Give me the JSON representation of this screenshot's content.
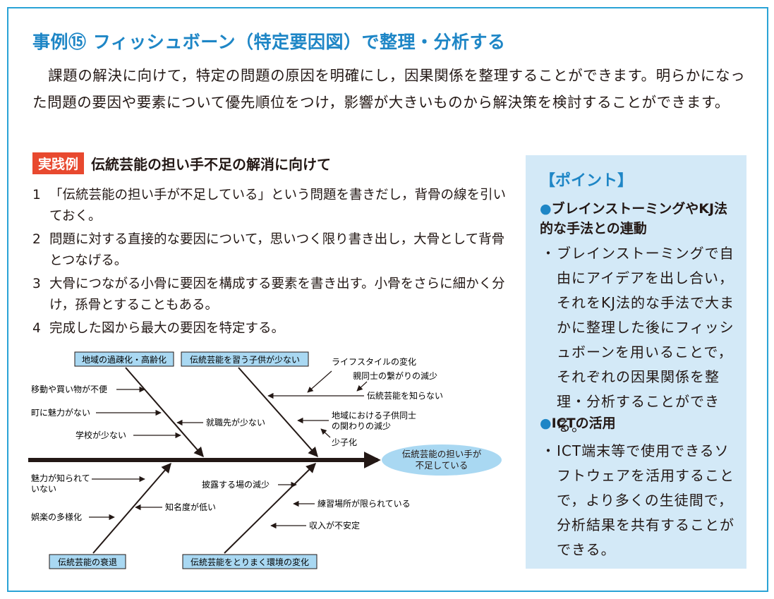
{
  "title": "事例⑮ フィッシュボーン（特定要因図）で整理・分析する",
  "intro": "課題の解決に向けて，特定の問題の原因を明確にし，因果関係を整理することができます。明らかになった問題の要因や要素について優先順位をつけ，影響が大きいものから解決策を検討することができます。",
  "example": {
    "tag": "実践例",
    "title": "伝統芸能の担い手不足の解消に向けて",
    "steps": [
      {
        "num": "1",
        "text": "「伝統芸能の担い手が不足している」という問題を書きだし，背骨の線を引いておく。"
      },
      {
        "num": "2",
        "text": "問題に対する直接的な要因について，思いつく限り書き出し，大骨として背骨とつなげる。"
      },
      {
        "num": "3",
        "text": "大骨につながる小骨に要因を構成する要素を書き出す。小骨をさらに細かく分け，孫骨とすることもある。"
      },
      {
        "num": "4",
        "text": "完成した図から最大の要因を特定する。"
      }
    ]
  },
  "point": {
    "title": "【ポイント】",
    "sections": [
      {
        "bullet": "●",
        "heading": "ブレインストーミングやKJ法的な手法との連動",
        "mark": "・",
        "body": "ブレインストーミングで自由にアイデアを出し合い，それをKJ法的な手法で大まかに整理した後にフィッシュボーンを用いることで，それぞれの因果関係を整理・分析することができる。"
      },
      {
        "bullet": "●",
        "heading": "ICTの活用",
        "mark": "・",
        "body": "ICT端末等で使用できるソフトウェアを活用することで，より多くの生徒間で，分析結果を共有することができる。"
      }
    ]
  },
  "diagram": {
    "head_line1": "伝統芸能の担い手が",
    "head_line2": "不足している",
    "bones": {
      "top_left": "地域の過疎化・高齢化",
      "top_right": "伝統芸能を習う子供が少ない",
      "bottom_left": "伝統芸能の衰退",
      "bottom_right": "伝統芸能をとりまく環境の変化"
    },
    "labels": {
      "move": "移動や買い物が不便",
      "town": "町に魅力がない",
      "school": "学校が少ない",
      "jobs": "就職先が少ない",
      "lifestyle": "ライフスタイルの変化",
      "parents": "親同士の繋がりの減少",
      "unknown": "伝統芸能を知らない",
      "kids1": "地域における子供同士",
      "kids2": "の関わりの減少",
      "fewkids": "少子化",
      "charm1": "魅力が知られて",
      "charm2": "いない",
      "entertainment": "娯楽の多様化",
      "awareness": "知名度が低い",
      "stage": "披露する場の減少",
      "practice": "練習場所が限られている",
      "income": "収入が不安定"
    }
  },
  "colors": {
    "accent": "#1e86c6",
    "tag": "#e8492f",
    "box_fill": "#a9d8f2",
    "panel": "#d3e9f7"
  }
}
